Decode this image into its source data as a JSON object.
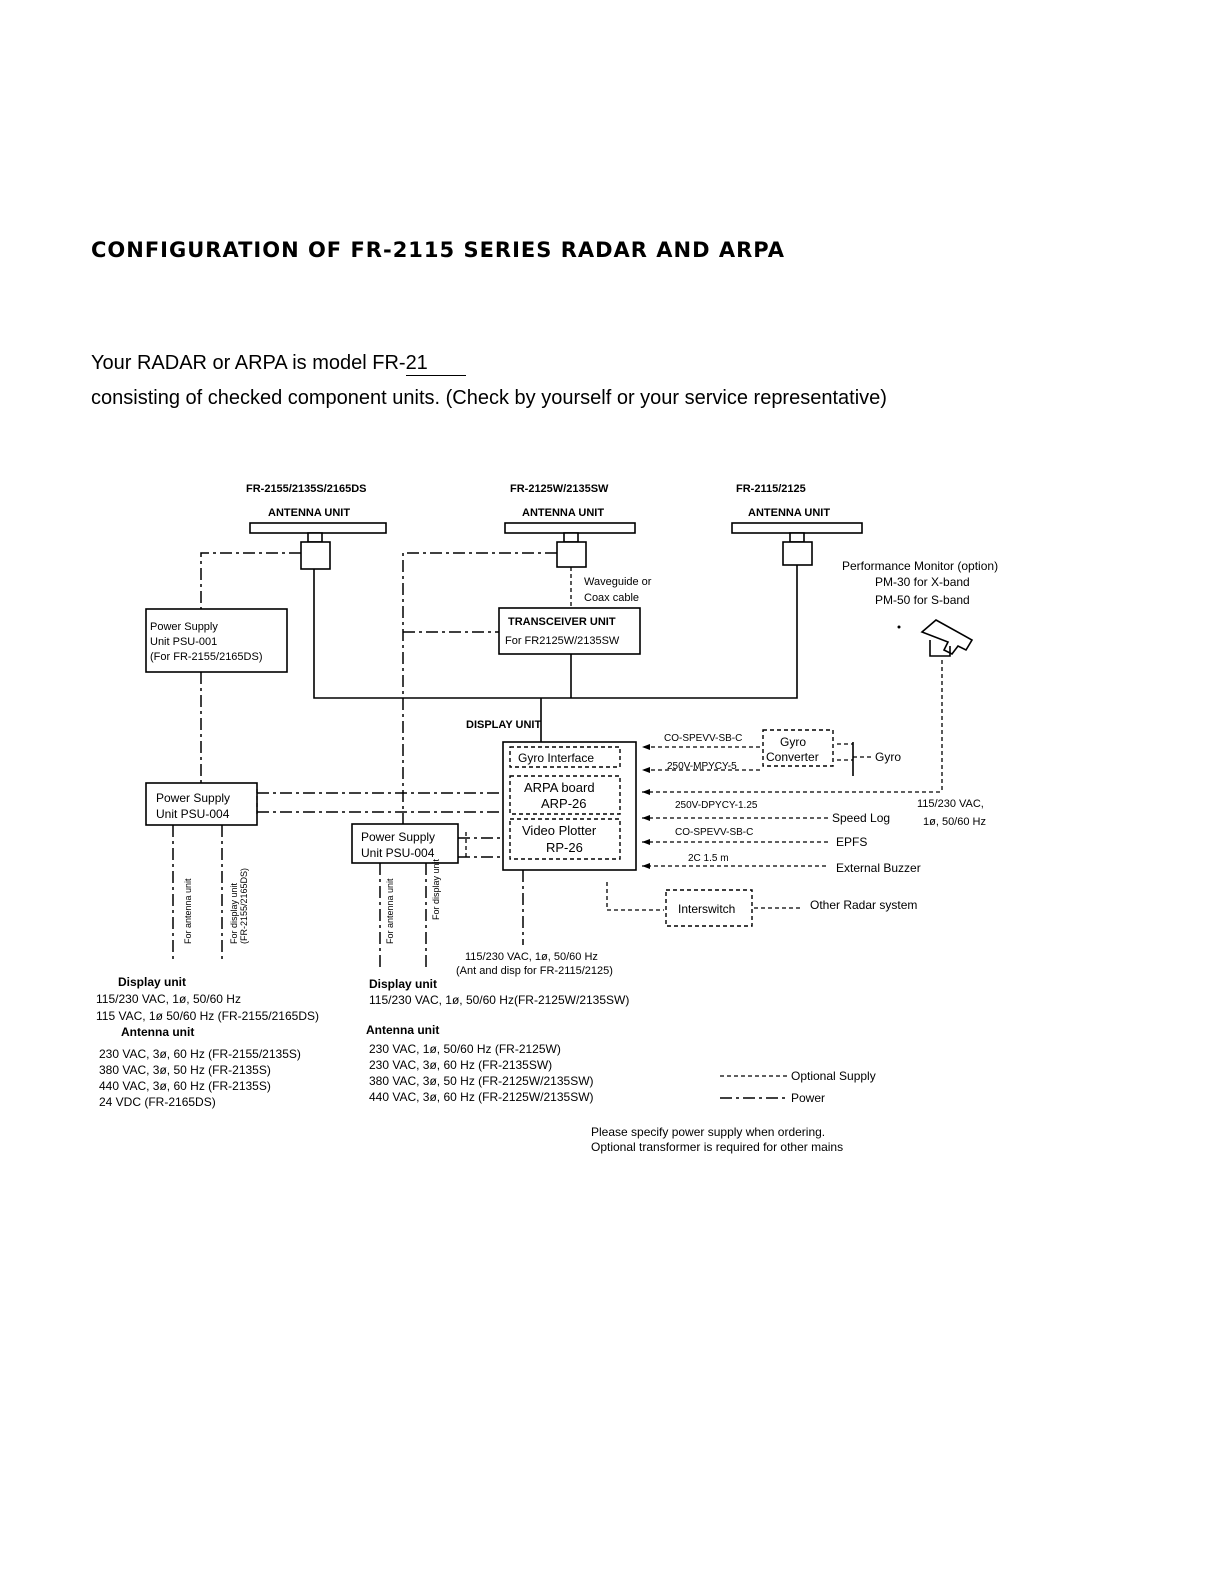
{
  "title": "CONFIGURATION OF FR-2115 SERIES RADAR AND ARPA",
  "intro": {
    "line1_prefix": "Your RADAR or ARPA is model FR-",
    "line1_model": "21",
    "line2": "consisting of checked component units. (Check by yourself or your service representative)"
  },
  "antennas": [
    {
      "model": "FR-2155/2135S/2165DS",
      "label": "ANTENNA UNIT"
    },
    {
      "model": "FR-2125W/2135SW",
      "label": "ANTENNA UNIT"
    },
    {
      "model": "FR-2115/2125",
      "label": "ANTENNA UNIT"
    }
  ],
  "waveguide": [
    "Waveguide or",
    "Coax cable"
  ],
  "psu001": [
    "Power Supply",
    "Unit PSU-001",
    "(For FR-2155/2165DS)"
  ],
  "transceiver": [
    "TRANSCEIVER UNIT",
    "For FR2125W/2135SW"
  ],
  "perf_monitor": [
    "Performance Monitor (option)",
    "PM-30 for X-band",
    "PM-50 for S-band"
  ],
  "display_unit_label": "DISPLAY UNIT",
  "boards": {
    "gyro_interface": "Gyro Interface",
    "arpa": [
      "ARPA board",
      "ARP-26"
    ],
    "plotter": [
      "Video Plotter",
      "RP-26"
    ]
  },
  "gyro_converter": [
    "Gyro",
    "Converter"
  ],
  "gyro": "Gyro",
  "cables": {
    "gyro1": "CO-SPEVV-SB-C",
    "gyro2": "250V-MPYCY-5",
    "speedlog": "250V-DPYCY-1.25",
    "epfs": "CO-SPEVV-SB-C",
    "buzzer": "2C 1.5 m"
  },
  "externals": {
    "speed_log": "Speed Log",
    "epfs": "EPFS",
    "buzzer": "External Buzzer",
    "other_radar": "Other Radar system"
  },
  "pm_power": [
    "115/230 VAC,",
    "1ø, 50/60 Hz"
  ],
  "interswitch": "Interswitch",
  "psu004_left": [
    "Power Supply",
    "Unit PSU-004"
  ],
  "psu004_center": [
    "Power Supply",
    "Unit PSU-004"
  ],
  "vertical_labels": {
    "left_ant": "For antenna unit",
    "left_disp": [
      "For display unit",
      "(FR-2155/2165DS)"
    ],
    "center_ant": "For antenna unit",
    "center_disp": "For display unit"
  },
  "display_power": [
    "115/230 VAC, 1ø, 50/60 Hz",
    "(Ant and disp for FR-2115/2125)"
  ],
  "left_notes": {
    "display_title": "Display unit",
    "display_lines": [
      "115/230 VAC, 1ø, 50/60 Hz",
      "115 VAC, 1ø 50/60 Hz (FR-2155/2165DS)"
    ],
    "antenna_title": "Antenna unit",
    "antenna_lines": [
      "230 VAC, 3ø, 60 Hz (FR-2155/2135S)",
      "380 VAC, 3ø, 50 Hz (FR-2135S)",
      "440 VAC, 3ø, 60 Hz (FR-2135S)",
      "24 VDC (FR-2165DS)"
    ]
  },
  "center_notes": {
    "display_title": "Display unit",
    "display_lines": [
      "115/230 VAC, 1ø, 50/60 Hz(FR-2125W/2135SW)"
    ],
    "antenna_title": "Antenna unit",
    "antenna_lines": [
      "230 VAC, 1ø, 50/60 Hz (FR-2125W)",
      "230 VAC, 3ø, 60 Hz (FR-2135SW)",
      "380 VAC, 3ø, 50 Hz (FR-2125W/2135SW)",
      "440 VAC, 3ø, 60 Hz (FR-2125W/2135SW)"
    ]
  },
  "legend": {
    "optional": "Optional Supply",
    "power": "Power"
  },
  "footer": [
    "Please specify power supply when ordering.",
    "Optional transformer is required for other mains"
  ]
}
